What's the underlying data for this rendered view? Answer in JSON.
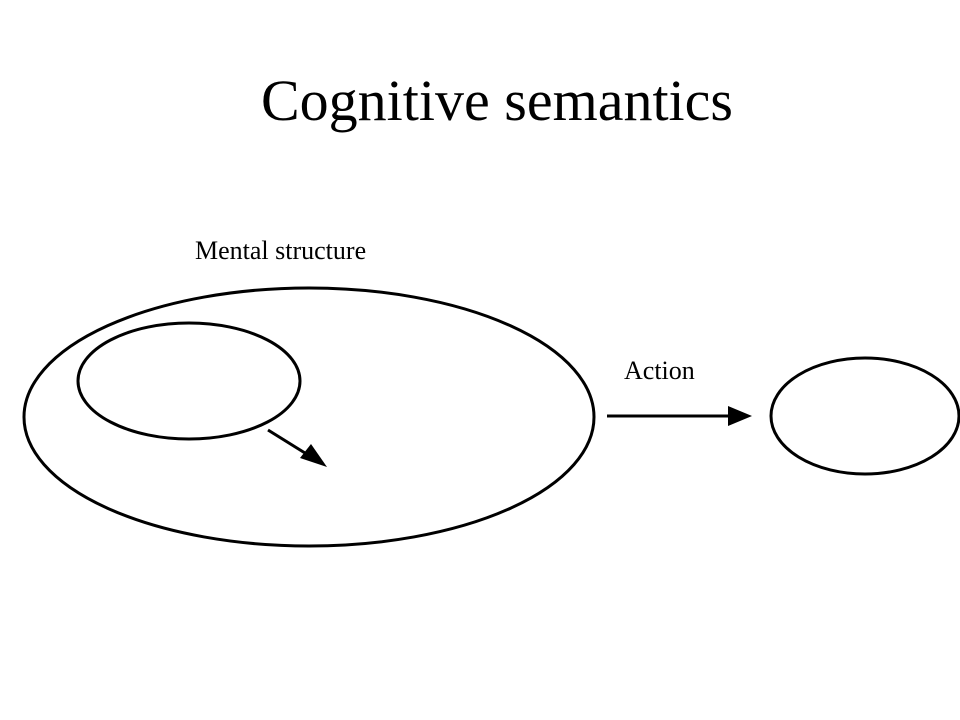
{
  "slide": {
    "title": "Cognitive semantics"
  },
  "diagram": {
    "mental_structure_label": "Mental structure",
    "action_label": "Action"
  },
  "colors": {
    "background": "#ffffff",
    "ink": "#000000"
  }
}
